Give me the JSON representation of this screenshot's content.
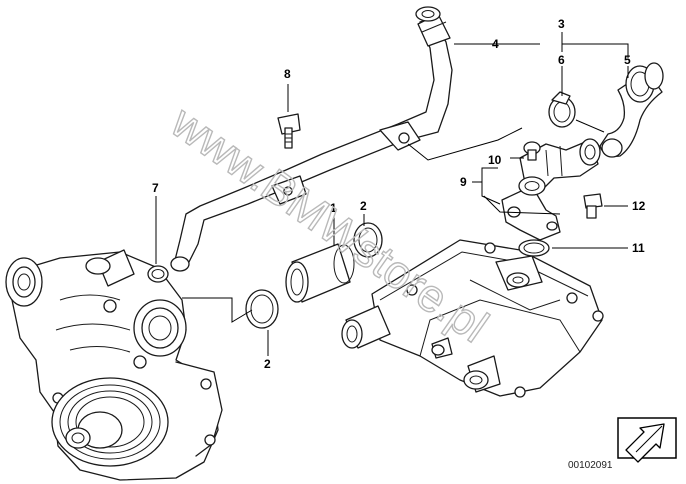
{
  "diagram": {
    "watermark": "www.BMWstore.pl",
    "reference_number": "00102091",
    "callouts": {
      "p1": "1",
      "p2a": "2",
      "p2b": "2",
      "p3": "3",
      "p4": "4",
      "p5": "5",
      "p6": "6",
      "p7": "7",
      "p8": "8",
      "p9": "9",
      "p10": "10",
      "p11": "11",
      "p12": "12"
    },
    "icons": [
      "navigation-arrow-icon"
    ]
  }
}
